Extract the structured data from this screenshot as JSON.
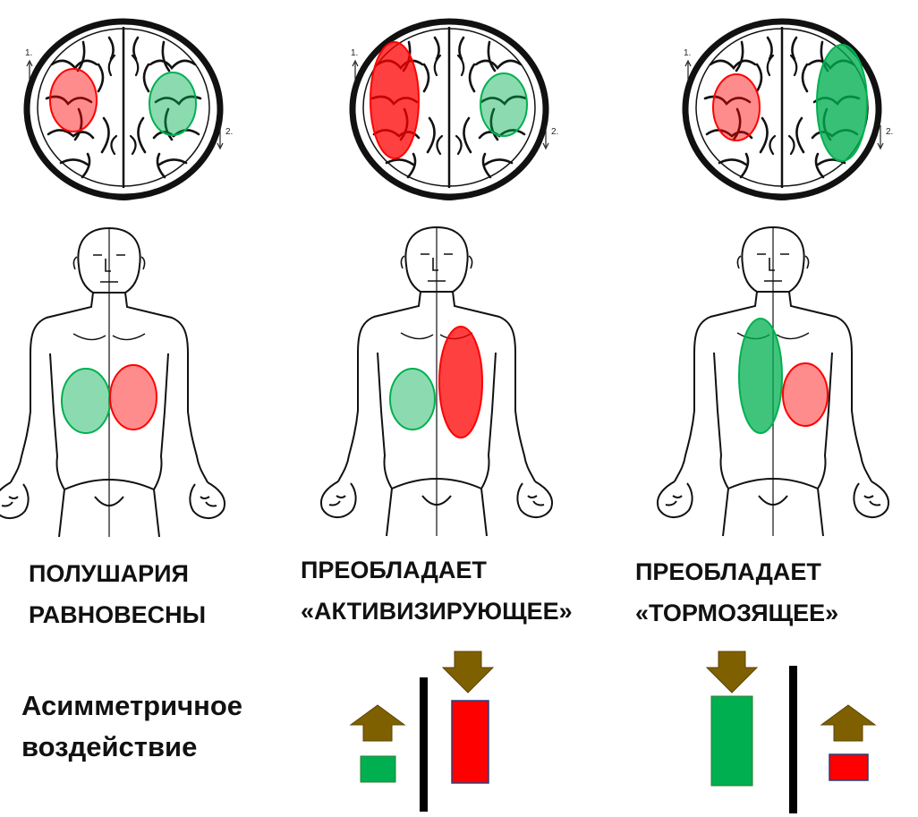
{
  "panels": [
    {
      "caption_lines": [
        "ПОЛУШАРИЯ",
        "РАВНОВЕСНЫ"
      ],
      "brain_left_zone": "red-small",
      "brain_right_zone": "green-small",
      "body_left_zone": "green-small",
      "body_right_zone": "red-small"
    },
    {
      "caption_lines": [
        "ПРЕОБЛАДАЕТ",
        "«АКТИВИЗИРУЮЩЕЕ»"
      ],
      "brain_left_zone": "red-large",
      "brain_right_zone": "green-small",
      "body_left_zone": "green-small",
      "body_right_zone": "red-large"
    },
    {
      "caption_lines": [
        "ПРЕОБЛАДАЕТ",
        "«ТОРМОЗЯЩЕЕ»"
      ],
      "brain_left_zone": "red-small",
      "brain_right_zone": "green-large",
      "body_left_zone": "green-large",
      "body_right_zone": "red-small"
    }
  ],
  "brain_markers": [
    "1.",
    "2."
  ],
  "asymmetric": {
    "label_lines": [
      "Асимметричное",
      "воздействие"
    ]
  },
  "colors": {
    "red": "#ff0000",
    "green": "#00b050",
    "arrow": "#7f6000",
    "outline": "#111111"
  }
}
